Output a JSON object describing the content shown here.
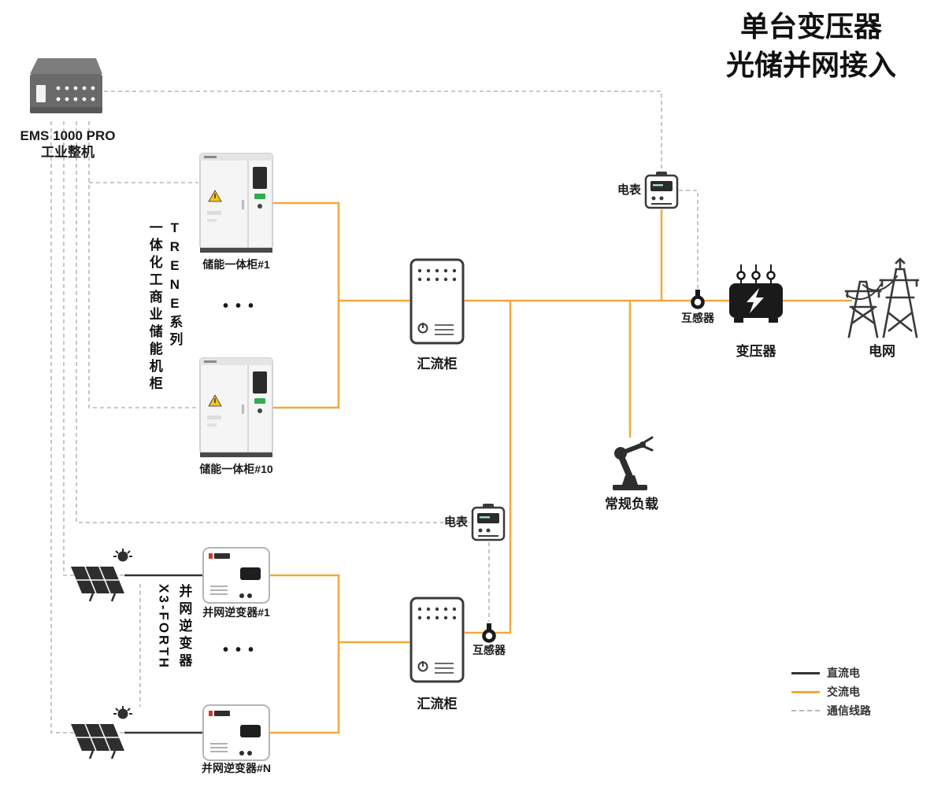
{
  "title": {
    "line1": "单台变压器",
    "line2": "光储并网接入"
  },
  "colors": {
    "ac": "#F2A93B",
    "dc": "#333333",
    "comm": "#b8b8b8",
    "ink": "#1a1a1a"
  },
  "ems": {
    "name": "EMS 1000 PRO",
    "subtitle": "工业整机"
  },
  "storage": {
    "series_en": "TRENE系列",
    "series_cn": "一体化工商业储能机柜",
    "cabinet_first": "储能一体柜#1",
    "cabinet_last": "储能一体柜#10",
    "ellipsis": "•••"
  },
  "pv": {
    "series_en": "X3-FORTH",
    "series_cn": "并网逆变器",
    "inverter_first": "并网逆变器#1",
    "inverter_last": "并网逆变器#N",
    "ellipsis": "•••"
  },
  "combiner_top": {
    "label": "汇流柜"
  },
  "combiner_bottom": {
    "label": "汇流柜"
  },
  "meter_top": {
    "label": "电表"
  },
  "meter_bottom": {
    "label": "电表"
  },
  "ct_top": {
    "label": "互感器"
  },
  "ct_bottom": {
    "label": "互感器"
  },
  "transformer": {
    "label": "变压器"
  },
  "grid": {
    "label": "电网"
  },
  "load": {
    "label": "常规负载"
  },
  "legend": {
    "dc": "直流电",
    "ac": "交流电",
    "comm": "通信线路"
  },
  "icons": {
    "ems": "ems-industrial-pc-icon",
    "storage": "storage-cabinet-icon",
    "combiner": "combiner-cabinet-icon",
    "meter": "energy-meter-icon",
    "ct": "current-transformer-icon",
    "transformer": "transformer-icon",
    "grid": "power-grid-towers-icon",
    "load": "robot-arm-load-icon",
    "pv": "solar-panel-icon",
    "inverter": "inverter-icon"
  }
}
